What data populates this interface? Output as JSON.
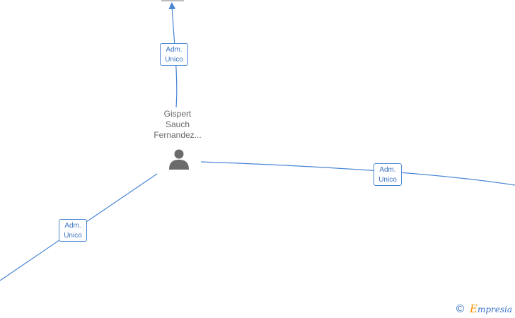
{
  "person": {
    "name_lines": [
      "Gispert",
      "Sauch",
      "Fernandez..."
    ],
    "icon": "person-icon"
  },
  "relations": [
    {
      "role_line1": "Adm.",
      "role_line2": "Unico"
    },
    {
      "role_line1": "Adm.",
      "role_line2": "Unico"
    },
    {
      "role_line1": "Adm.",
      "role_line2": "Unico"
    }
  ],
  "watermark": {
    "symbol": "©",
    "brand_initial": "E",
    "brand_rest": "mpresia"
  },
  "colors": {
    "edge": "#4a86d4",
    "label_text": "#3a74c4",
    "person_text": "#666666",
    "brand_accent": "#f39200"
  }
}
